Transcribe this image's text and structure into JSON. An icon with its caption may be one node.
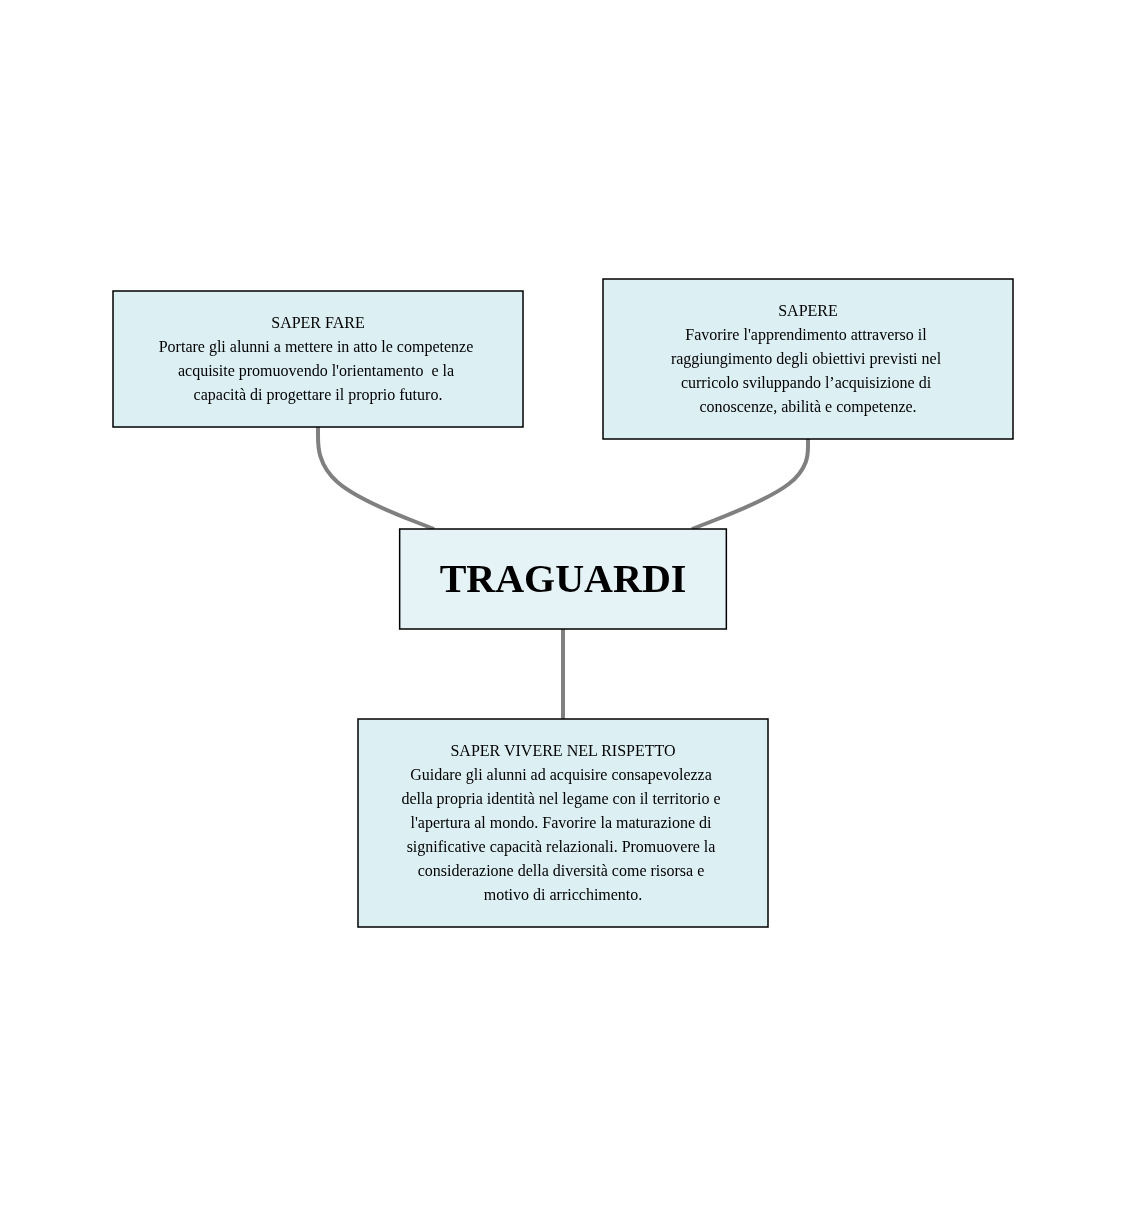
{
  "diagram": {
    "nodes": [
      {
        "text": [
          "SAPER FARE",
          "Portare gli alunni a mettere in atto le competenze acquisite promuovendo l'orientamento  e la capacità di progettare il proprio futuro."
        ]
      },
      {
        "text": [
          "SAPERE",
          "Favorire l'apprendimento attraverso il raggiungimento degli obiettivi previsti nel curricolo sviluppando l’acquisizione di conoscenze, abilità e competenze."
        ]
      },
      {
        "text": [
          "TRAGUARDI"
        ]
      },
      {
        "text": [
          "SAPER VIVERE NEL RISPETTO",
          "Guidare gli alunni ad acquisire consapevolezza della propria identità nel legame con il territorio e l'apertura al mondo. Favorire la maturazione di significative capacità relazionali. Promuovere la considerazione della diversità come risorsa e motivo di arricchimento."
        ]
      }
    ],
    "edges": [
      {
        "from": 0,
        "to": 2,
        "arrow": "none"
      },
      {
        "from": 1,
        "to": 2,
        "arrow": "none"
      },
      {
        "from": 2,
        "to": 3,
        "arrow": "none"
      }
    ]
  }
}
